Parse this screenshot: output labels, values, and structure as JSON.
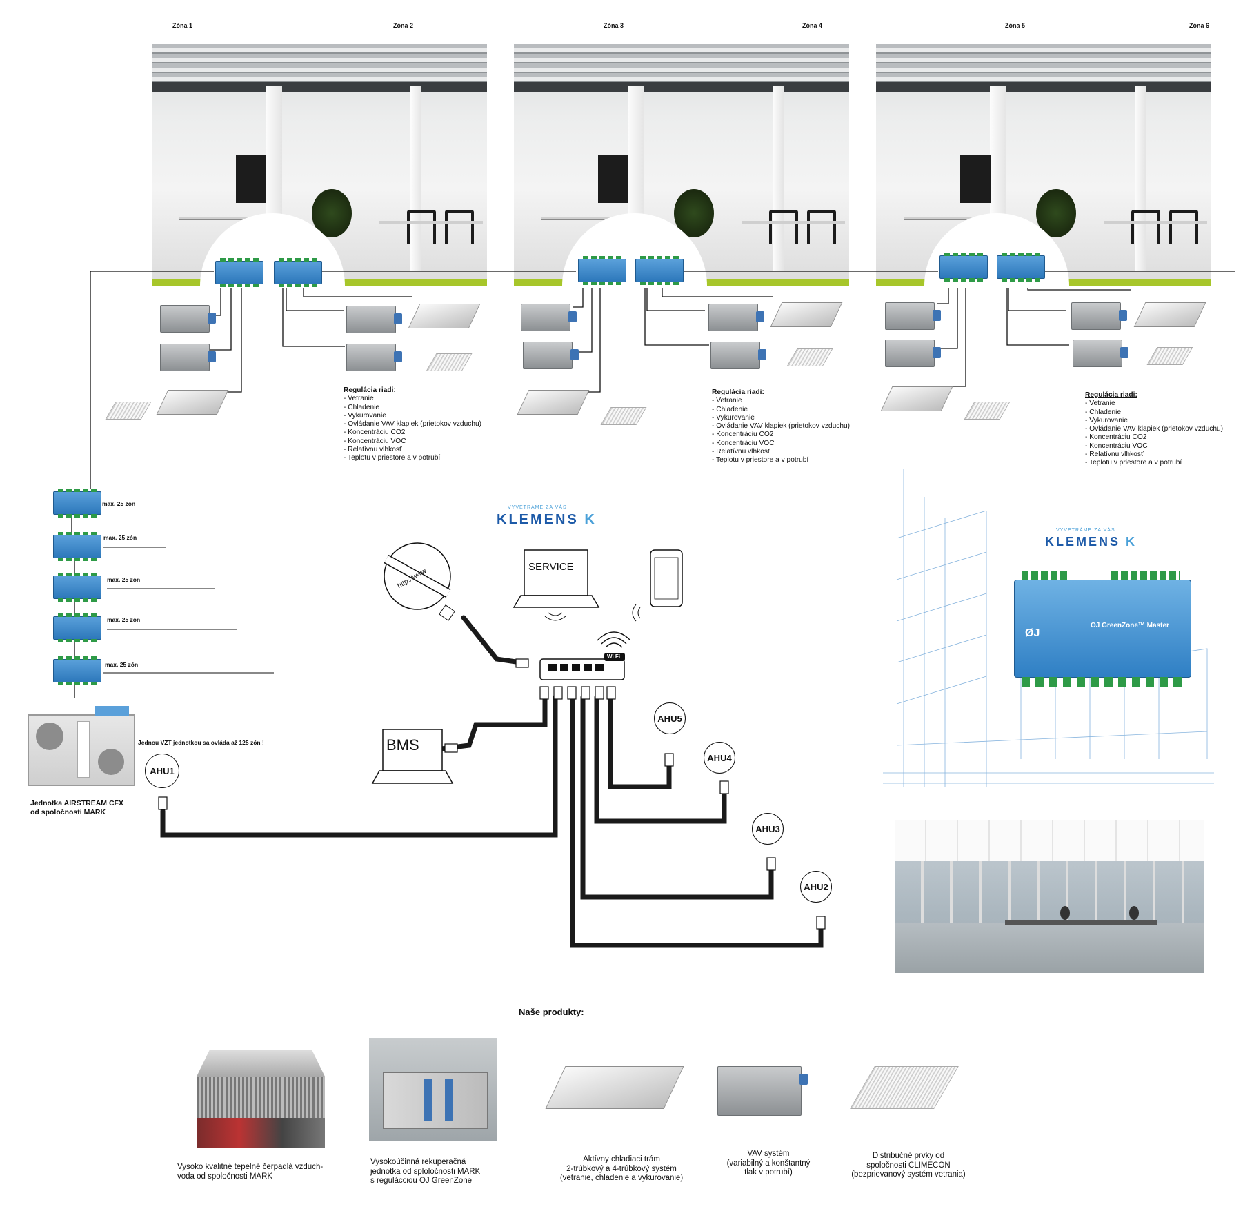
{
  "zones": [
    "Zóna 1",
    "Zóna 2",
    "Zóna 3",
    "Zóna 4",
    "Zóna 5",
    "Zóna 6"
  ],
  "regulation": {
    "title": "Regulácia riadi:",
    "items": [
      "- Vetranie",
      "- Chladenie",
      "- Vykurovanie",
      "- Ovládanie VAV klapiek (prietokov vzduchu)",
      "- Koncentráciu CO2",
      "- Koncentráciu VOC",
      "- Relatívnu vlhkosť",
      "- Teplotu v priestore a v potrubí"
    ]
  },
  "stack": {
    "label": "max. 25 zón"
  },
  "ahu_unit": {
    "note": "Jednou VZT jednotkou sa ovláda až 125 zón !",
    "caption_1": "Jednotka AIRSTREAM CFX",
    "caption_2": "od spoločnosti MARK"
  },
  "ahus": [
    "AHU1",
    "AHU2",
    "AHU3",
    "AHU4",
    "AHU5"
  ],
  "network": {
    "bms": "BMS",
    "service": "SERVICE",
    "url": "http://www",
    "wifi": "Wi Fi"
  },
  "brand": {
    "name": "KLEMENS",
    "slogan": "VYVETRÁME ZA VÁS",
    "controller": "OJ GreenZone™ Master"
  },
  "products": {
    "title": "Naše produkty:",
    "items": [
      {
        "lines": [
          "Vysoko kvalitné tepelné čerpadlá vzduch-",
          "voda od spoločnosti MARK"
        ]
      },
      {
        "lines": [
          "Vysokoúčinná rekuperačná",
          "jednotka od sploločnosti MARK",
          "s regulácciou OJ GreenZone"
        ]
      },
      {
        "lines": [
          "Aktívny chladiaci trám",
          "2-trúbkový a 4-trúbkový systém",
          "(vetranie, chladenie a vykurovanie)"
        ]
      },
      {
        "lines": [
          "VAV systém",
          "(variabilný a konštantný",
          "tlak v potrubí)"
        ]
      },
      {
        "lines": [
          "Distribučné prvky od",
          "spoločnosti CLIMECON",
          "(bezprievanový systém vetrania)"
        ]
      }
    ]
  }
}
